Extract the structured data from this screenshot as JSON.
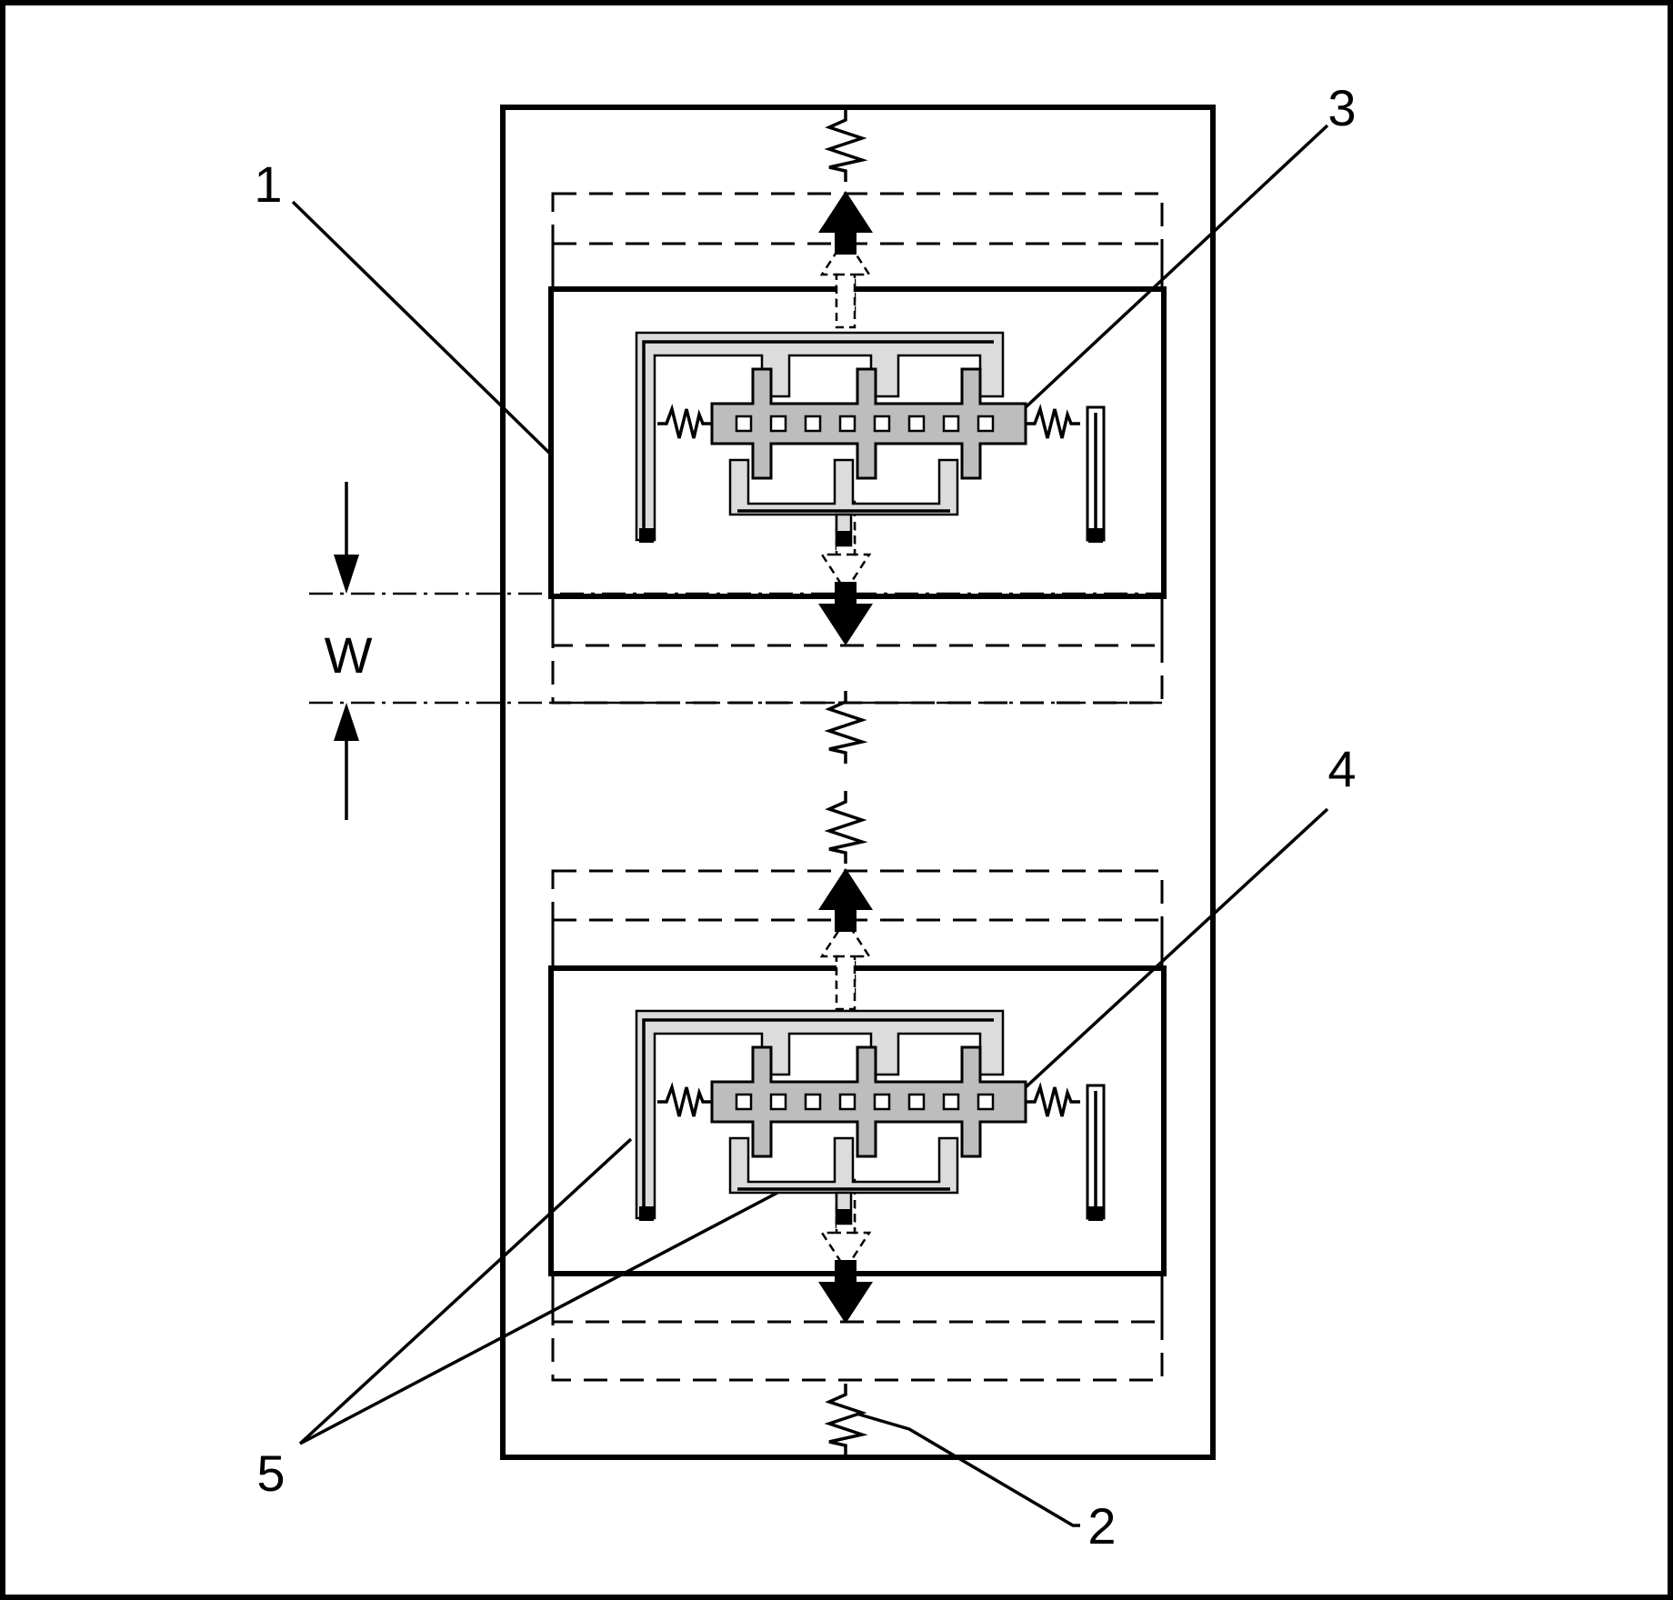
{
  "figure": {
    "callouts": {
      "c1": "1",
      "c2": "2",
      "c3": "3",
      "c4": "4",
      "c5": "5",
      "dimension": "W"
    },
    "colors": {
      "line": "#000000",
      "shuttle": "#bdbdbd",
      "comb": "#dcdcdc",
      "background": "#ffffff"
    }
  }
}
